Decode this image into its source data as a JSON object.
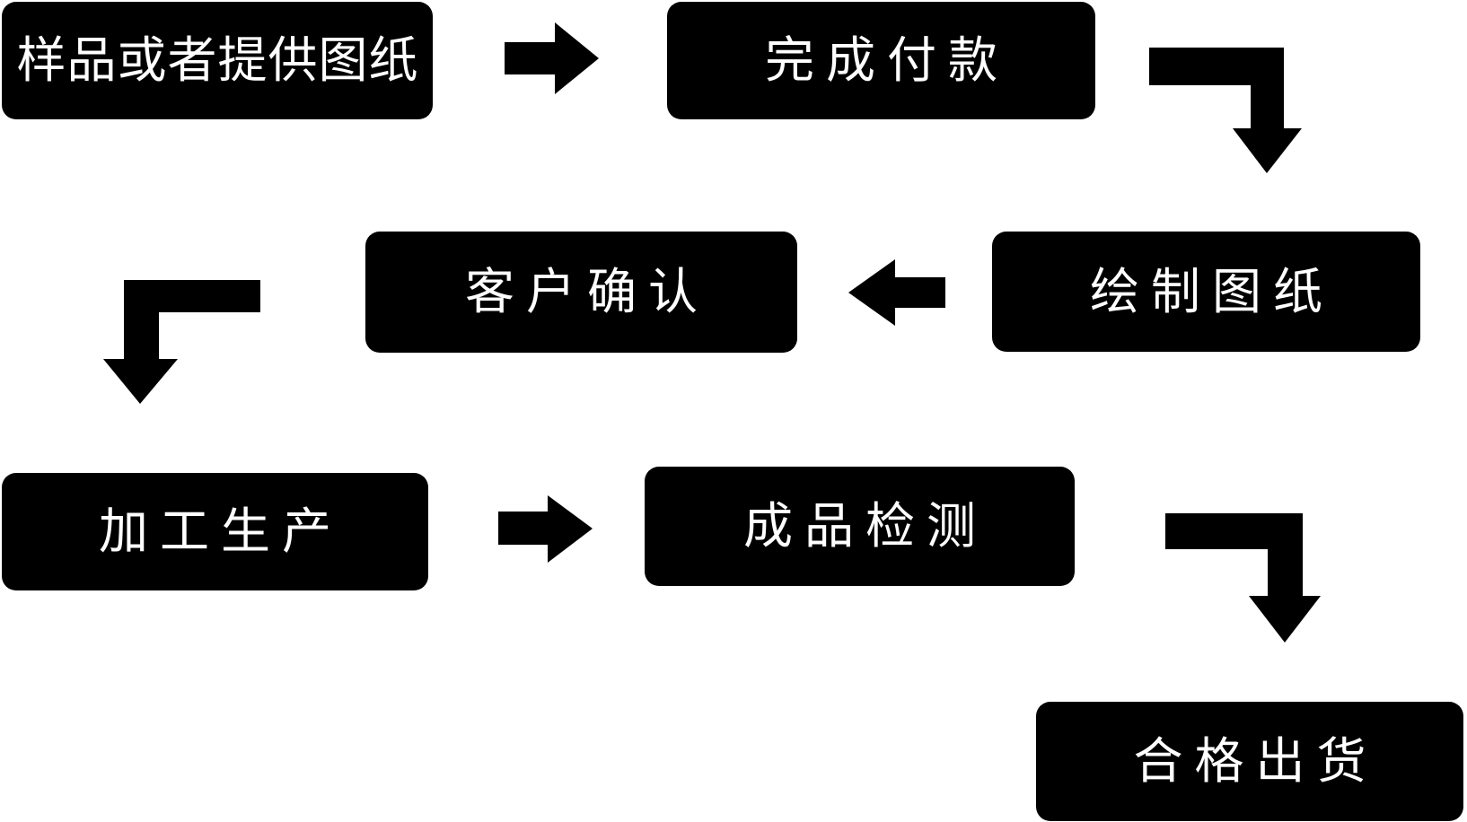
{
  "colors": {
    "background": "#ffffff",
    "node_fill": "#000000",
    "node_text": "#ffffff",
    "arrow": "#000000"
  },
  "nodes": [
    {
      "id": "sample",
      "label": "样品或者提供图纸"
    },
    {
      "id": "payment",
      "label": "完成付款"
    },
    {
      "id": "confirm",
      "label": "客户确认"
    },
    {
      "id": "drawing",
      "label": "绘制图纸"
    },
    {
      "id": "production",
      "label": "加工生产"
    },
    {
      "id": "inspection",
      "label": "成品检测"
    },
    {
      "id": "shipping",
      "label": "合格出货"
    }
  ],
  "arrows": [
    {
      "from": "sample",
      "to": "payment",
      "shape": "straight-right"
    },
    {
      "from": "payment",
      "to": "drawing",
      "shape": "right-then-down"
    },
    {
      "from": "drawing",
      "to": "confirm",
      "shape": "straight-left"
    },
    {
      "from": "confirm",
      "to": "production",
      "shape": "left-then-down"
    },
    {
      "from": "production",
      "to": "inspection",
      "shape": "straight-right"
    },
    {
      "from": "inspection",
      "to": "shipping",
      "shape": "right-then-down"
    }
  ]
}
